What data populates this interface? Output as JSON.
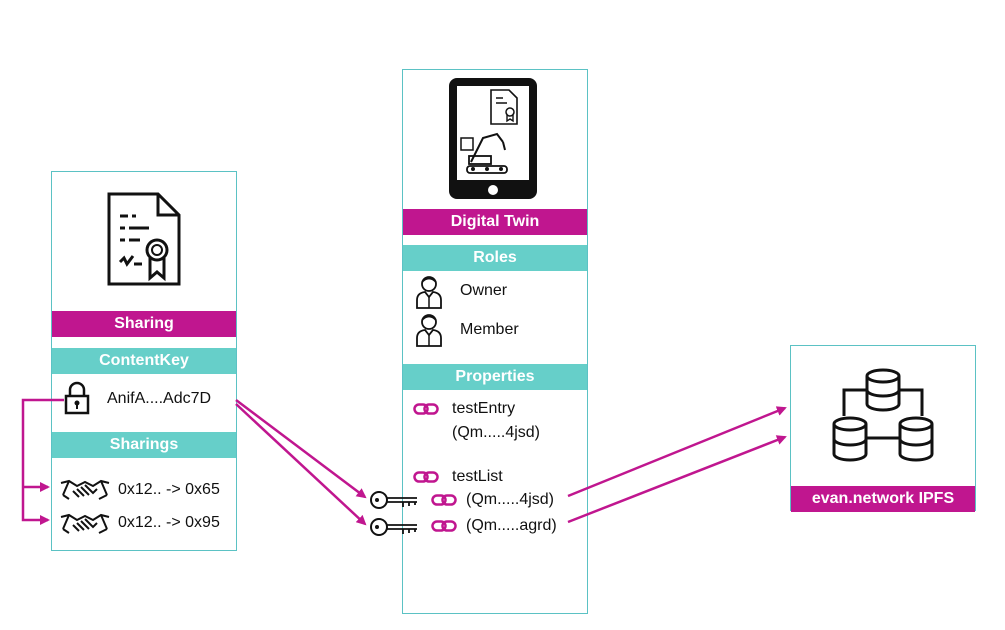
{
  "sharing_panel": {
    "title": "Sharing",
    "content_key_header": "ContentKey",
    "content_key_value": "AnifA....Adc7D",
    "sharings_header": "Sharings",
    "sharings": [
      "0x12.. -> 0x65",
      "0x12.. -> 0x95"
    ]
  },
  "twin_panel": {
    "title": "Digital Twin",
    "roles_header": "Roles",
    "roles": [
      "Owner",
      "Member"
    ],
    "properties_header": "Properties",
    "properties": [
      {
        "name": "testEntry",
        "hash": "(Qm.....4jsd)"
      },
      {
        "name": "testList",
        "items": [
          "(Qm.....4jsd)",
          "(Qm.....agrd)"
        ]
      }
    ]
  },
  "ipfs_panel": {
    "title": "evan.network IPFS"
  },
  "colors": {
    "magenta": "#c0168f",
    "teal": "#66cfc9",
    "border": "#5bc2c4"
  }
}
